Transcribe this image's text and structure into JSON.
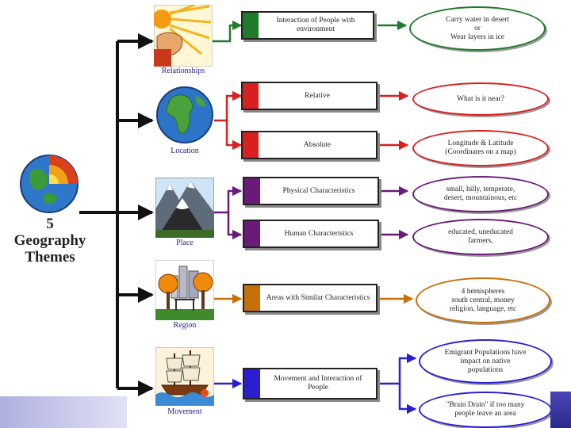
{
  "title": [
    "5",
    "Geography",
    "Themes"
  ],
  "colors": {
    "relationships": "#1f7a2a",
    "location": "#d8201e",
    "place": "#6a1a78",
    "region": "#c7700a",
    "movement": "#2a1fd0",
    "connector": "#111111"
  },
  "themes": [
    {
      "key": "relationships",
      "caption": "Relationships",
      "icon": "sun-hand-icon",
      "boxes": [
        {
          "label": "Interaction of People with environment",
          "clouds": [
            {
              "text": [
                "Carry water in desert",
                "or",
                "Wear layers in ice"
              ]
            }
          ]
        }
      ]
    },
    {
      "key": "location",
      "caption": "Location",
      "icon": "globe-icon",
      "boxes": [
        {
          "label": "Relative",
          "clouds": [
            {
              "text": [
                "What is it near?"
              ]
            }
          ]
        },
        {
          "label": "Absolute",
          "clouds": [
            {
              "text": [
                "Longitude & Latitude",
                "(Coordinates on a map)"
              ]
            }
          ]
        }
      ]
    },
    {
      "key": "place",
      "caption": "Place",
      "icon": "mountain-icon",
      "boxes": [
        {
          "label": "Physical Characteristics",
          "clouds": [
            {
              "text": [
                "small, hilly, temperate,",
                "desert, mountainous, etc"
              ]
            }
          ]
        },
        {
          "label": "Human Characteristics",
          "clouds": [
            {
              "text": [
                "educated, uneducated",
                "farmers,"
              ]
            }
          ]
        }
      ]
    },
    {
      "key": "region",
      "caption": "Region",
      "icon": "town-trees-icon",
      "boxes": [
        {
          "label": "Areas with Similar Characteristics",
          "clouds": [
            {
              "text": [
                "4 hemispheres",
                "south central, money",
                "religion, language, etc"
              ]
            }
          ]
        }
      ]
    },
    {
      "key": "movement",
      "caption": "Movement",
      "icon": "sailing-ship-icon",
      "boxes": [
        {
          "label": "Movement and Interaction of People",
          "clouds": [
            {
              "text": [
                "Emigrant Populations have",
                "impact on native",
                "populations"
              ]
            },
            {
              "text": [
                "\"Brain Drain\" if too many",
                "people leave an area"
              ]
            }
          ]
        }
      ]
    }
  ]
}
